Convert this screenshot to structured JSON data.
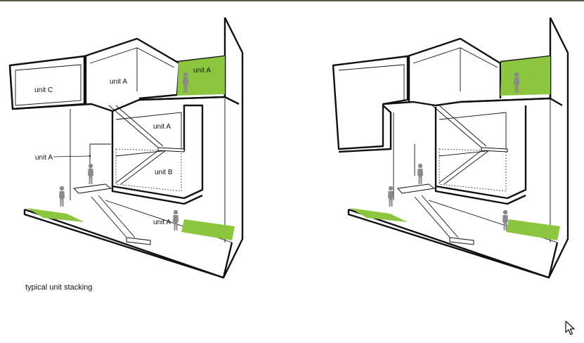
{
  "caption": "typical unit stacking",
  "left_labels": {
    "unit_c": "unit C",
    "unit_a_top": "unit A",
    "unit_a_green": "unit A",
    "unit_a_mid": "unit A",
    "unit_a_side": "unit A",
    "unit_b": "unit B",
    "unit_a_ground": "unit A"
  },
  "colors": {
    "accent_green": "#8cc63f",
    "line": "#111111",
    "figure": "#8a8a8a"
  },
  "cursor_icon": "arrow-pointer-icon"
}
